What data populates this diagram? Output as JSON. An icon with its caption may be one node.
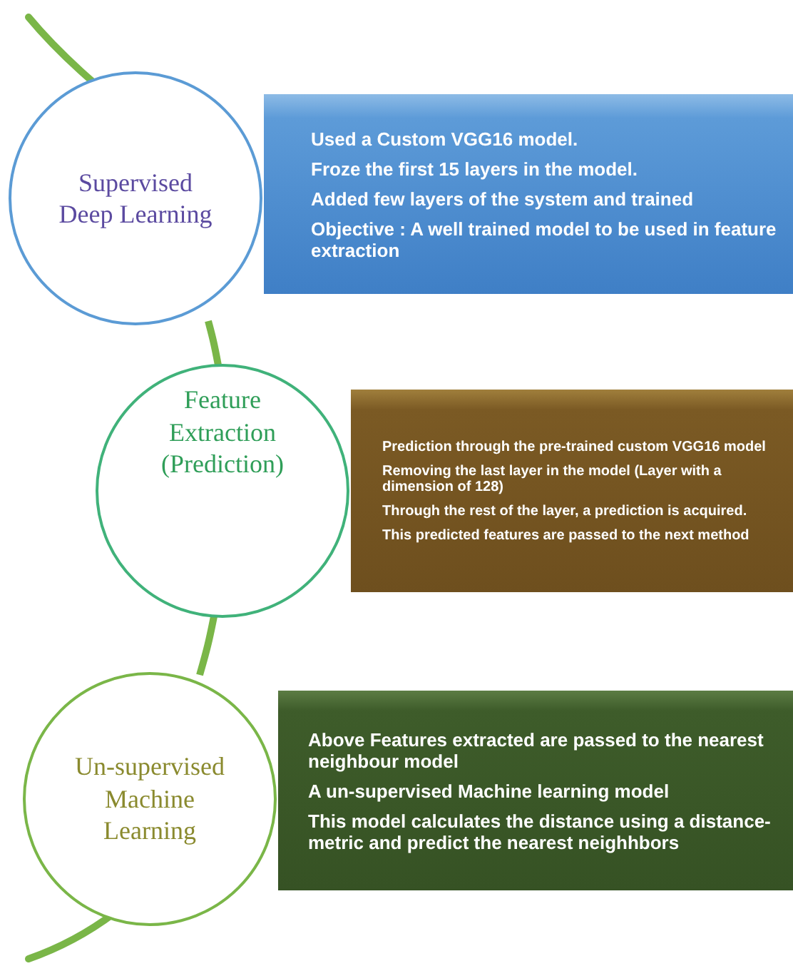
{
  "diagram": {
    "nodes": [
      {
        "text": [
          "Supervised Deep Learning"
        ]
      },
      {
        "text": [
          "Used a Custom VGG16 model.",
          "Froze the first 15 layers in the model.",
          "Added few layers of the system and trained",
          "Objective :  A well trained model to be used in feature extraction"
        ]
      },
      {
        "text": [
          "Feature Extraction (Prediction)"
        ]
      },
      {
        "text": [
          "Prediction through the pre-trained custom VGG16 model",
          "Removing the last layer in the model (Layer with a dimension of 128)",
          "Through the rest of the layer, a prediction is acquired.",
          "This predicted features are passed to the next method"
        ]
      },
      {
        "text": [
          "Un-supervised Machine Learning"
        ]
      },
      {
        "text": [
          "Above Features extracted are passed to the nearest neighbour model",
          "A un-supervised Machine learning model",
          "This model calculates  the distance using a distance-metric and predict the nearest neighhbors"
        ]
      }
    ],
    "edges": [
      {
        "from": 0,
        "to": 2,
        "arrow": "none"
      },
      {
        "from": 2,
        "to": 4,
        "arrow": "none"
      }
    ]
  }
}
